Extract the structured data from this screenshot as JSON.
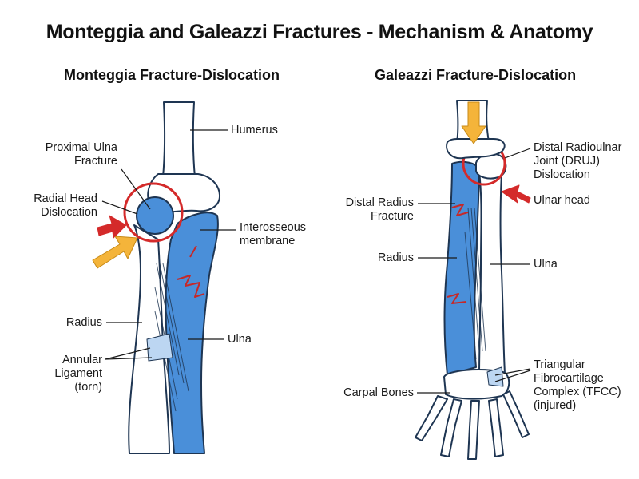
{
  "title": "Monteggia and Galeazzi Fractures - Mechanism & Anatomy",
  "monteggia": {
    "heading": "Monteggia Fracture-Dislocation",
    "labels": {
      "humerus": "Humerus",
      "proximal_ulna_fracture": [
        "Proximal Ulna",
        "Fracture"
      ],
      "radial_head_dislocation": [
        "Radial Head",
        "Dislocation"
      ],
      "interosseous_membrane": [
        "Interosseous",
        "membrane"
      ],
      "radius": "Radius",
      "ulna": "Ulna",
      "annular_ligament": [
        "Annular",
        "Ligament",
        "(torn)"
      ]
    }
  },
  "galeazzi": {
    "heading": "Galeazzi Fracture-Dislocation",
    "labels": {
      "druj_dislocation": [
        "Distal Radioulnar",
        "Joint (DRUJ)",
        "Dislocation"
      ],
      "ulnar_head": "Ulnar head",
      "distal_radius_fracture": [
        "Distal Radius",
        "Fracture"
      ],
      "radius": "Radius",
      "ulna": "Ulna",
      "tfcc": [
        "Triangular",
        "Fibrocartilage",
        "Complex (TFCC)",
        "(injured)"
      ],
      "carpal_bones": "Carpal Bones"
    }
  },
  "colors": {
    "bone_fill": "#ffffff",
    "highlight_bone": "#4a8fd9",
    "outline": "#1e3552",
    "circle": "#d42a2a",
    "arrow_red": "#d42a2a",
    "arrow_orange": "#f4b43a",
    "fracture": "#c62828"
  }
}
